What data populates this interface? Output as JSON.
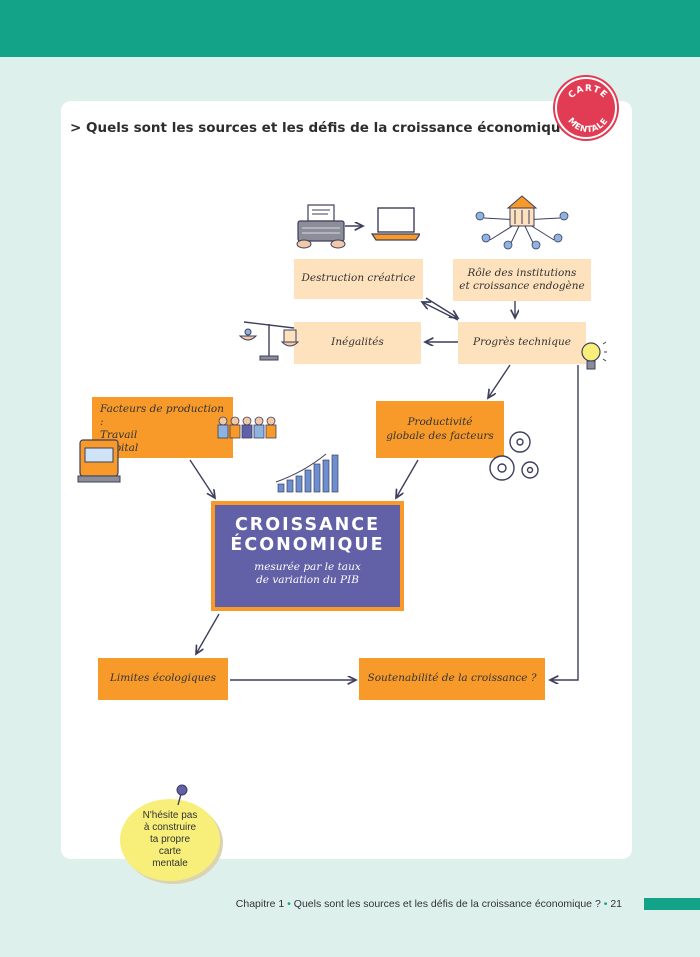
{
  "heading": "> Quels sont les sources et les défis de la croissance économique ?",
  "badge": {
    "line1": "CARTE",
    "line2": "MENTALE"
  },
  "boxes": {
    "destruction": "Destruction créatrice",
    "role": "Rôle des institutions\net croissance endogène",
    "inegalites": "Inégalités",
    "progres": "Progrès technique",
    "facteurs": "Facteurs de production :\n          Travail\n          Capital",
    "productivite": "Productivité\nglobale des facteurs",
    "limites": "Limites écologiques",
    "soutenabilite": "Soutenabilité de la croissance ?"
  },
  "center": {
    "title": "CROISSANCE\nÉCONOMIQUE",
    "subtitle": "mesurée par le taux\nde variation du PIB"
  },
  "note": "N'hésite pas\nà construire\nta propre\ncarte\nmentale",
  "footer": {
    "chapter": "Chapitre 1",
    "separator": "•",
    "title": "Quels sont les sources et les défis de la croissance économique ?",
    "page": "21"
  },
  "colors": {
    "accent": "#13a389",
    "orange": "#f79a2a",
    "light_orange": "#fde2bd",
    "purple": "#6261a8",
    "badge": "#e23b54"
  }
}
